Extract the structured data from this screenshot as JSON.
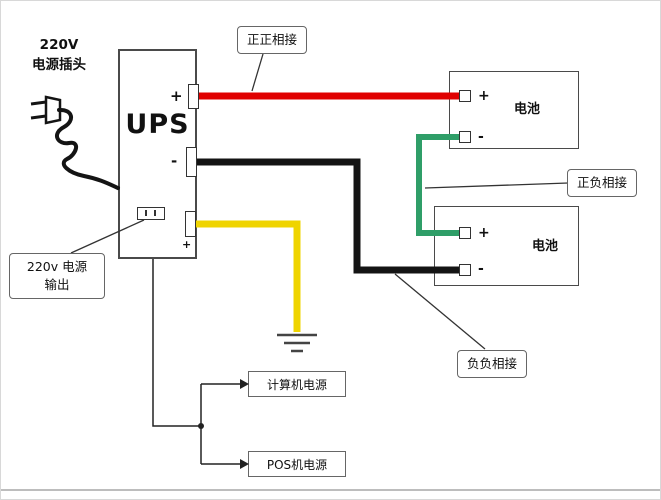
{
  "diagram": {
    "plug": {
      "label_line1": "220V",
      "label_line2": "电源插头"
    },
    "ups": {
      "label": "UPS"
    },
    "batteries": {
      "battery1_label": "电池",
      "battery2_label": "电池"
    },
    "callouts": {
      "pos_pos": "正正相接",
      "pos_neg": "正负相接",
      "neg_neg": "负负相接",
      "output_line1": "220v 电源",
      "output_line2": "输出"
    },
    "loads": {
      "computer": "计算机电源",
      "pos_machine": "POS机电源"
    },
    "signs": {
      "plus": "+",
      "minus": "-"
    },
    "colors": {
      "red_wire": "#e00000",
      "black_wire": "#141414",
      "yellow_wire": "#efd400",
      "green_wire": "#2f9e68",
      "line": "#222222"
    }
  }
}
